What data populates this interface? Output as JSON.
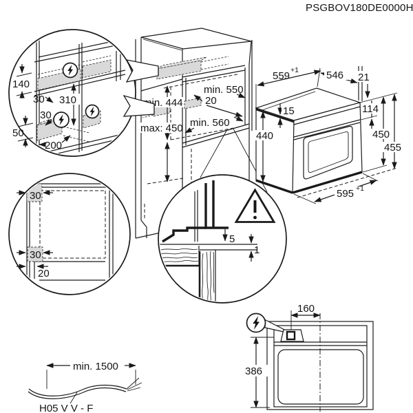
{
  "document": {
    "part_number": "PSGBOV180DE0000H"
  },
  "corner_detail": {
    "zone_height": "140",
    "side_offset_top": "30",
    "back_zone_height": "310",
    "side_offset_mid": "30",
    "lower_zone_height": "50",
    "lower_zone_width": "200"
  },
  "cabinet": {
    "niche_height_min": "min. 444",
    "niche_height_max": "max: 450",
    "niche_depth_min": "min. 550",
    "zone_offset": "20",
    "niche_width_min": "min. 560"
  },
  "oven": {
    "width_top": "559",
    "width_top_tol": "+1",
    "depth": "546",
    "back_gap": "21",
    "top_trim": "15",
    "front_top_height": "114",
    "front_height": "450",
    "total_height": "455",
    "body_height": "440",
    "width_front": "595",
    "width_front_tol": "+1"
  },
  "plinth_detail": {
    "side_clearance_top": "30",
    "side_clearance_bottom": "30",
    "toe_kick": "20"
  },
  "gap_detail": {
    "top_gap": "5",
    "front_gap": "1"
  },
  "top_view": {
    "conduit_offset": "160",
    "conduit_depth": "386"
  },
  "cable": {
    "min_length": "min. 1500",
    "type": "H05 V V - F"
  },
  "colors": {
    "line": "#1a1a1a",
    "zone_fill": "#d9d9d9",
    "background": "#ffffff"
  }
}
